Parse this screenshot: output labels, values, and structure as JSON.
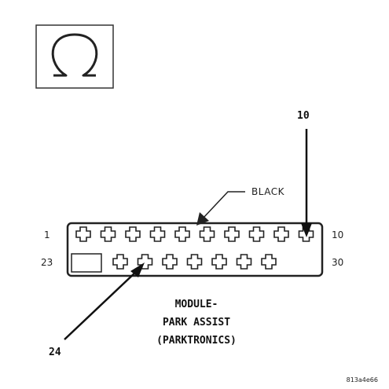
{
  "connector": {
    "color_label": "BLACK",
    "pin_start_row1": "1",
    "pin_end_row1": "10",
    "pin_start_row2": "23",
    "pin_end_row2": "30",
    "row1_pin_count": 10,
    "row2_pin_count": 7
  },
  "callouts": {
    "top_pin": "10",
    "bottom_pin": "24"
  },
  "module": {
    "line1": "MODULE-",
    "line2": "PARK ASSIST",
    "line3": "(PARKTRONICS)"
  },
  "figure_id": "813a4e66",
  "icon": "omega-ground-symbol-icon",
  "colors": {
    "ink": "#1a1a1a",
    "connector_fill": "#ffffff"
  }
}
